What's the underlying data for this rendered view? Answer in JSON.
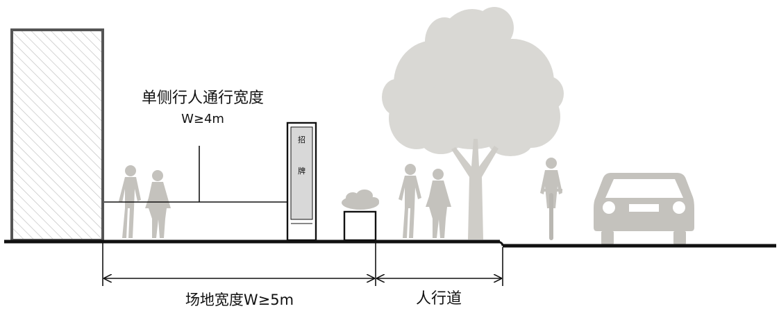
{
  "labels": {
    "pedestrian_width_title": "单侧行人通行宽度",
    "pedestrian_width_value": "W≥4m",
    "site_width": "场地宽度W≥5m",
    "sidewalk": "人行道",
    "sign_char_1": "招",
    "sign_char_2": "牌"
  },
  "icons": [
    "building-hatch",
    "pedestrian-couple",
    "signboard",
    "planter-box",
    "tree",
    "cyclist",
    "car-front"
  ],
  "colors": {
    "line": "#111111",
    "figures": "#c4c2bd",
    "tree": "#d9d8d4",
    "hatch": "#bdbdbd",
    "background": "#ffffff"
  }
}
